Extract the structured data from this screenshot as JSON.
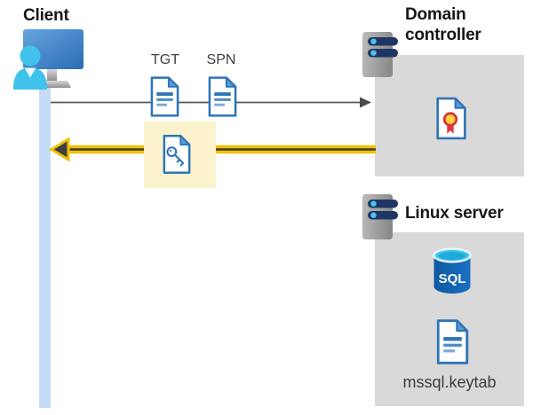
{
  "client": {
    "title": "Client",
    "icon": "user-workstation-icon"
  },
  "tickets": {
    "tgt_label": "TGT",
    "spn_label": "SPN",
    "tgt_icon": "document-icon",
    "spn_icon": "document-icon",
    "key_icon": "document-key-icon"
  },
  "domain_controller": {
    "title": "Domain controller",
    "server_icon": "server-tower-icon",
    "certificate_icon": "certificate-icon"
  },
  "linux_server": {
    "title": "Linux server",
    "server_icon": "server-tower-icon",
    "database_icon": "sql-database-icon",
    "sql_icon_label": "SQL",
    "keytab_icon": "document-icon",
    "keytab_label": "mssql.keytab"
  },
  "colors": {
    "doc_blue": "#2E75B6",
    "doc_fold_blue": "#5B9BD5",
    "box_gray": "#D9D9D9",
    "timeline_blue": "#C6DBF7",
    "accent_yellow": "#EFC100",
    "highlight_yellow": "#FBF3CE",
    "arrow_gray": "#565656",
    "server_navy": "#1E3664",
    "person_cyan": "#3FC3EC",
    "sql_blue": "#1261B0",
    "medal_red": "#D6383E",
    "medal_yellow": "#FFD43B"
  }
}
